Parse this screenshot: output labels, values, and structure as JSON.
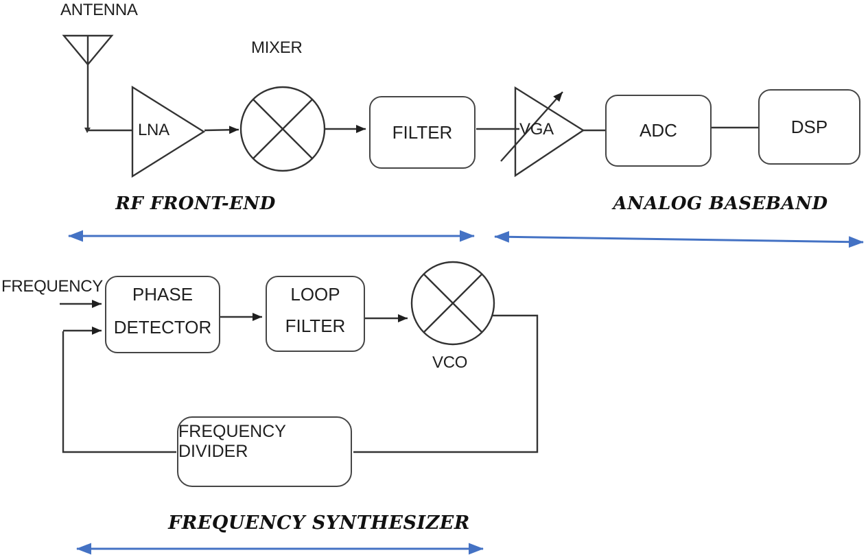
{
  "colors": {
    "line": "#333333",
    "accent_blue": "#4472C4",
    "background": "#ffffff"
  },
  "receiver_chain": {
    "antenna_label": "ANTENNA",
    "mixer_label": "MIXER",
    "lna_label": "LNA",
    "filter_label": "FILTER",
    "vga_label": "VGA",
    "adc_label": "ADC",
    "dsp_label": "DSP"
  },
  "section_labels": {
    "rf_front_end": "RF FRONT-END",
    "analog_baseband": "ANALOG BASEBAND",
    "frequency_synthesizer": "FREQUENCY SYNTHESIZER"
  },
  "synthesizer": {
    "frequency_input_label": "FREQUENCY",
    "phase_detector": {
      "line1": "PHASE",
      "line2": "DETECTOR"
    },
    "loop_filter": {
      "line1": "LOOP",
      "line2": "FILTER"
    },
    "vco_label": "VCO",
    "frequency_divider_label": "FREQUENCY DIVIDER"
  }
}
